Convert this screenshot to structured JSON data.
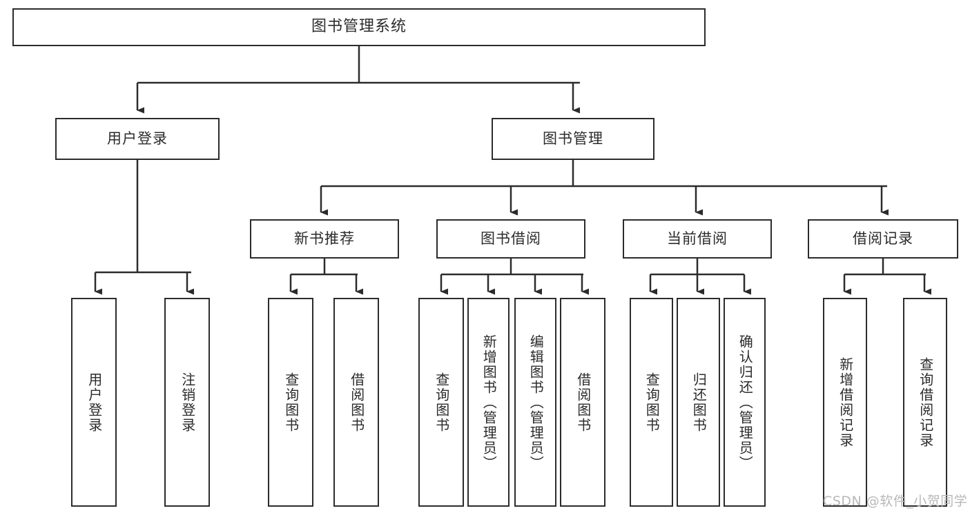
{
  "diagram": {
    "title": "图书管理系统",
    "type": "tree-hierarchy",
    "style": {
      "border_color": "#2b2b2b",
      "background": "#ffffff",
      "text_color": "#2b2b2b",
      "watermark_color": "#b8b8b8"
    },
    "levels": [
      {
        "level": 1,
        "nodes": [
          {
            "id": "root",
            "label": "图书管理系统",
            "orientation": "horizontal"
          }
        ]
      },
      {
        "level": 2,
        "nodes": [
          {
            "id": "user-login",
            "label": "用户登录",
            "orientation": "horizontal",
            "parent": "root"
          },
          {
            "id": "book-manage",
            "label": "图书管理",
            "orientation": "horizontal",
            "parent": "root"
          }
        ]
      },
      {
        "level": 3,
        "nodes": [
          {
            "id": "new-book-rec",
            "label": "新书推荐",
            "orientation": "horizontal",
            "parent": "book-manage"
          },
          {
            "id": "book-borrow",
            "label": "图书借阅",
            "orientation": "horizontal",
            "parent": "book-manage"
          },
          {
            "id": "current-borrow",
            "label": "当前借阅",
            "orientation": "horizontal",
            "parent": "book-manage"
          },
          {
            "id": "borrow-record",
            "label": "借阅记录",
            "orientation": "horizontal",
            "parent": "book-manage"
          }
        ]
      },
      {
        "level": 4,
        "nodes": [
          {
            "id": "leaf-user-login",
            "label": "用户登录",
            "orientation": "vertical",
            "parent": "user-login"
          },
          {
            "id": "leaf-user-logout",
            "label": "注销登录",
            "orientation": "vertical",
            "parent": "user-login"
          },
          {
            "id": "leaf-query-book-1",
            "label": "查询图书",
            "orientation": "vertical",
            "parent": "new-book-rec"
          },
          {
            "id": "leaf-borrow-book-1",
            "label": "借阅图书",
            "orientation": "vertical",
            "parent": "new-book-rec"
          },
          {
            "id": "leaf-query-book-2",
            "label": "查询图书",
            "orientation": "vertical",
            "parent": "book-borrow"
          },
          {
            "id": "leaf-add-book",
            "label": "新增图书（管理员）",
            "orientation": "vertical",
            "parent": "book-borrow"
          },
          {
            "id": "leaf-edit-book",
            "label": "编辑图书（管理员）",
            "orientation": "vertical",
            "parent": "book-borrow"
          },
          {
            "id": "leaf-borrow-book-2",
            "label": "借阅图书",
            "orientation": "vertical",
            "parent": "book-borrow"
          },
          {
            "id": "leaf-query-book-3",
            "label": "查询图书",
            "orientation": "vertical",
            "parent": "current-borrow"
          },
          {
            "id": "leaf-return-book",
            "label": "归还图书",
            "orientation": "vertical",
            "parent": "current-borrow"
          },
          {
            "id": "leaf-confirm-return",
            "label": "确认归还（管理员）",
            "orientation": "vertical",
            "parent": "current-borrow"
          },
          {
            "id": "leaf-add-record",
            "label": "新增借阅记录",
            "orientation": "vertical",
            "parent": "borrow-record"
          },
          {
            "id": "leaf-query-record",
            "label": "查询借阅记录",
            "orientation": "vertical",
            "parent": "borrow-record"
          }
        ]
      }
    ],
    "watermark": "CSDN @软件_小贺同学"
  }
}
